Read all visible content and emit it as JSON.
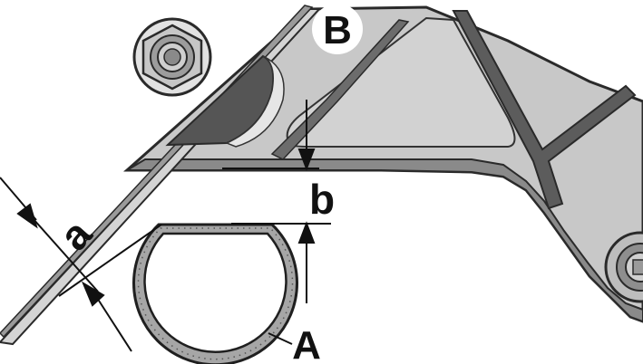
{
  "labels": {
    "part_a": "A",
    "part_b": "B",
    "dim_a": "a",
    "dim_b": "b"
  },
  "colors": {
    "metal": "#c4c4c4",
    "metal_dark": "#6a6a6a",
    "metal_light": "#d9d9d9",
    "outline": "#2a2a2a",
    "tube": "#a9a9a9"
  },
  "icons": {
    "fastener": "hex-bolt-icon",
    "pivot": "pivot-bushing-icon"
  }
}
